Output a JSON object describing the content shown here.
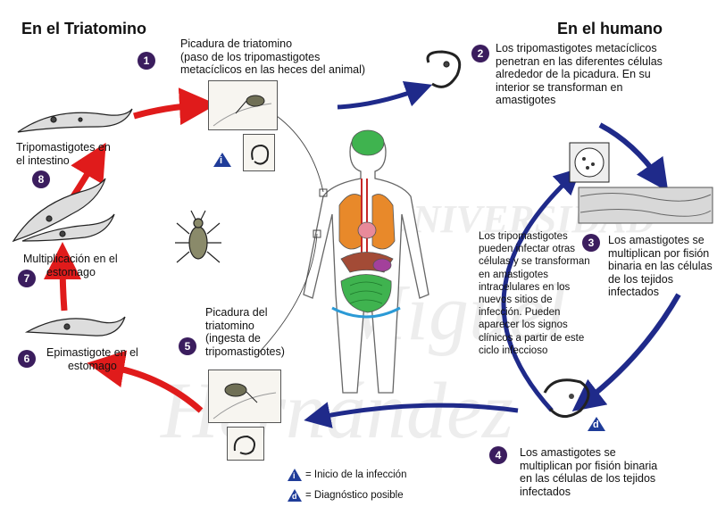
{
  "headings": {
    "left": "En el Triatomino",
    "right": "En el humano"
  },
  "steps": {
    "s1": {
      "number": "1",
      "text_lines": [
        "Picadura de triatomino",
        "(paso de los tripomastigotes",
        "metacíclicos en las heces del animal)"
      ]
    },
    "s2": {
      "number": "2",
      "text_lines": [
        "Los tripomastigotes metacíclicos",
        "penetran en las diferentes células",
        "alrededor de la picadura.  En su",
        "interior se transforman en",
        "amastigotes"
      ]
    },
    "s3": {
      "number": "3",
      "text_lines": [
        "Los amastigotes se",
        "multiplican por fisión",
        "binaria en las células",
        "de  los tejidos",
        "infectados"
      ]
    },
    "s4": {
      "number": "4",
      "text_lines": [
        "Los amastigotes se",
        "multiplican por fisión binaria",
        "en las células de  los tejidos",
        "infectados"
      ]
    },
    "s5": {
      "number": "5",
      "text_lines": [
        "Picadura del",
        "triatomino",
        "(ingesta de",
        "tripomastigotes)"
      ]
    },
    "s6": {
      "number": "6",
      "text_lines": [
        "Epimastigote en el",
        "estomago"
      ]
    },
    "s7": {
      "number": "7",
      "text_lines": [
        "Multiplicación  en el",
        "estomago"
      ]
    },
    "s8": {
      "number": "8",
      "text_lines": [
        "Tripomastigotes  en",
        "el intestino"
      ]
    }
  },
  "center_note_lines": [
    "Los tripomastigotes",
    "pueden infectar otras",
    "células y se transforman",
    "en amastigotes",
    "intracelulares en los",
    "nuevos sitios de",
    "infección. Pueden",
    "aparecer los signos",
    "clínicos a partir de este",
    "ciclo infeccioso"
  ],
  "markers": {
    "infection": "i",
    "diagnosis": "d"
  },
  "legend": {
    "infection_label": "= Inicio de la infección",
    "diagnosis_label": "= Diagnóstico posible"
  },
  "watermark": "UNIVERSIDAD Miguel Hernández",
  "colors": {
    "badge": "#3b1d5e",
    "arrow_red": "#e01b1b",
    "arrow_blue": "#1f2a8a",
    "marker_blue": "#1f3c99"
  }
}
